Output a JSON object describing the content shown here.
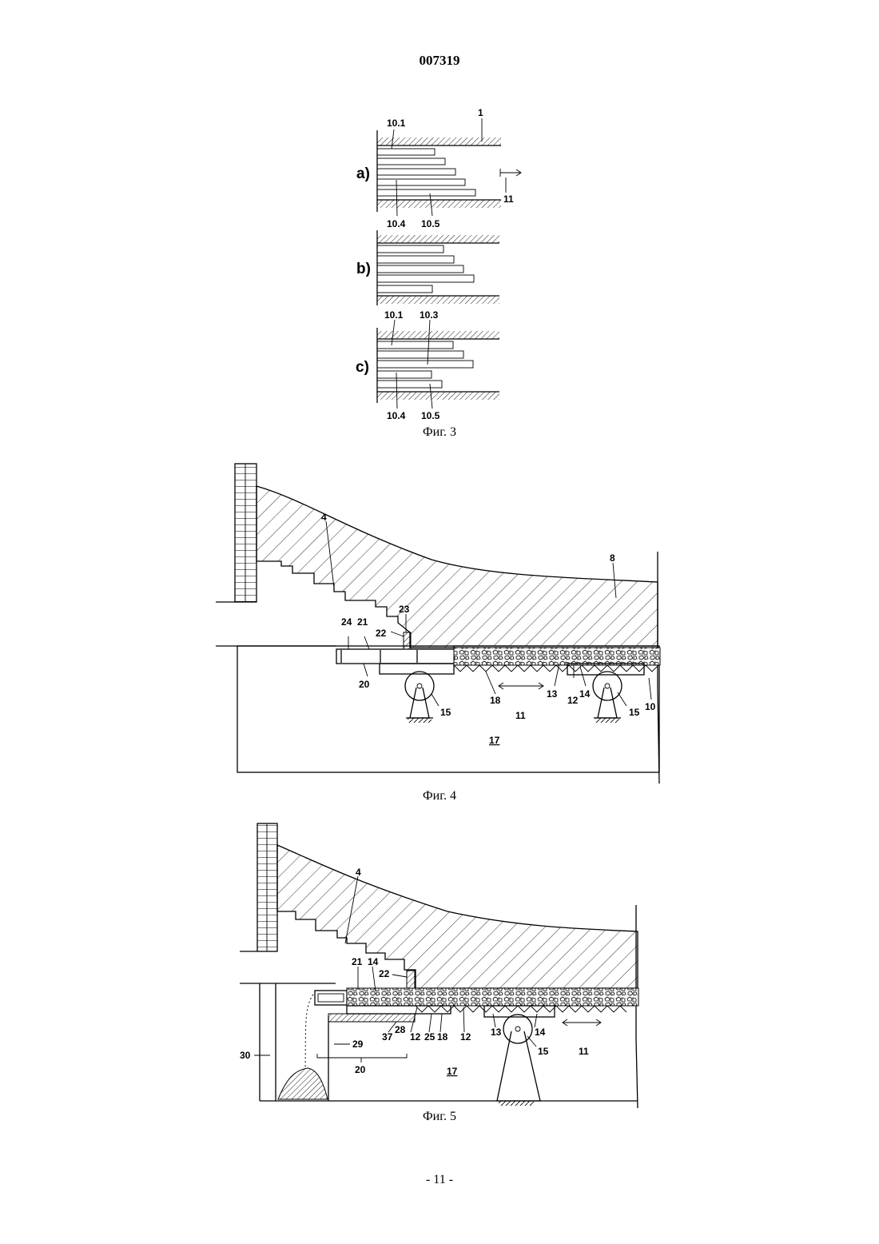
{
  "header": {
    "document_number": "007319"
  },
  "figure3": {
    "caption": "Фиг. 3",
    "panels": [
      {
        "label": "a)",
        "labels": [
          "10.1",
          "1",
          "11",
          "10.4",
          "10.5"
        ]
      },
      {
        "label": "b)",
        "labels": []
      },
      {
        "label": "c)",
        "labels": [
          "10.1",
          "10.3",
          "10.4",
          "10.5"
        ]
      }
    ]
  },
  "figure4": {
    "caption": "Фиг. 4",
    "labels": [
      "4",
      "8",
      "23",
      "24",
      "21",
      "22",
      "20",
      "15",
      "18",
      "11",
      "13",
      "12",
      "14",
      "15",
      "10",
      "17"
    ]
  },
  "figure5": {
    "caption": "Фиг. 5",
    "labels": [
      "4",
      "21",
      "14",
      "22",
      "37",
      "28",
      "12",
      "25",
      "18",
      "12",
      "13",
      "14",
      "15",
      "11",
      "30",
      "29",
      "20",
      "17"
    ]
  },
  "footer": {
    "page_number": "- 11 -"
  }
}
